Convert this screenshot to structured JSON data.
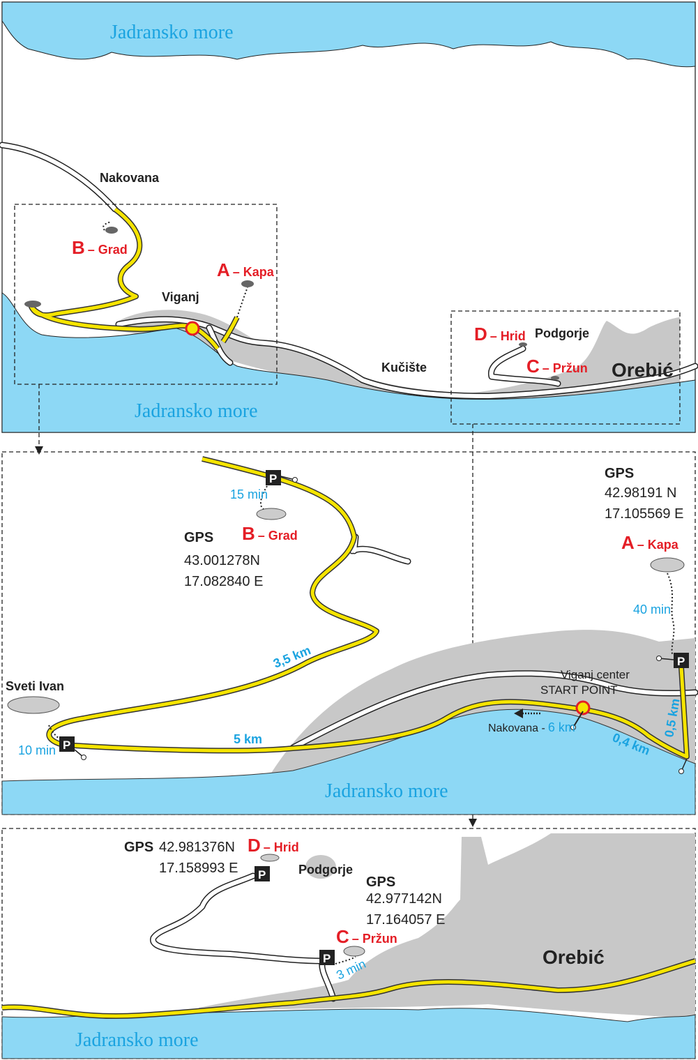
{
  "sea_label": "Jadransko more",
  "overview": {
    "places": {
      "nakovana": "Nakovana",
      "viganj": "Viganj",
      "kuciste": "Kučište",
      "podgorje": "Podgorje",
      "orebic": "Orebić"
    },
    "points": [
      {
        "letter": "A",
        "name": "– Kapa"
      },
      {
        "letter": "B",
        "name": "– Grad"
      },
      {
        "letter": "C",
        "name": "– Pržun"
      },
      {
        "letter": "D",
        "name": "– Hrid"
      }
    ]
  },
  "viganj_detail": {
    "grad": {
      "letter": "B",
      "name": "– Grad",
      "gps_label": "GPS",
      "lat": "43.001278N",
      "lon": "17.082840 E",
      "walk": "15 min"
    },
    "kapa": {
      "letter": "A",
      "name": "– Kapa",
      "gps_label": "GPS",
      "lat": "42.98191 N",
      "lon": "17.105569 E",
      "walk": "40 min"
    },
    "sveti_ivan": {
      "name": "Sveti Ivan",
      "walk": "10 min"
    },
    "distances": {
      "d1": "3,5 km",
      "d2": "5 km",
      "d3": "0,4 km",
      "d4": "0,5 km"
    },
    "start": {
      "line1": "Viganj center",
      "line2": "START POINT"
    },
    "nakovana_dir": {
      "label": "Nakovana -",
      "dist": "6 km"
    },
    "parking": "P"
  },
  "orebic_detail": {
    "hrid": {
      "letter": "D",
      "name": "– Hrid",
      "gps_label": "GPS",
      "lat": "42.981376N",
      "lon": "17.158993 E"
    },
    "przun": {
      "letter": "C",
      "name": "– Pržun",
      "gps_label": "GPS",
      "lat": "42.977142N",
      "lon": "17.164057 E",
      "walk": "3 min"
    },
    "podgorje": "Podgorje",
    "orebic": "Orebić",
    "parking": "P"
  },
  "colors": {
    "sea": "#8dd8f5",
    "land": "#c8c8c8",
    "trail": "#f5e400",
    "accent": "#e41e26",
    "label_blue": "#1aa3e0"
  }
}
